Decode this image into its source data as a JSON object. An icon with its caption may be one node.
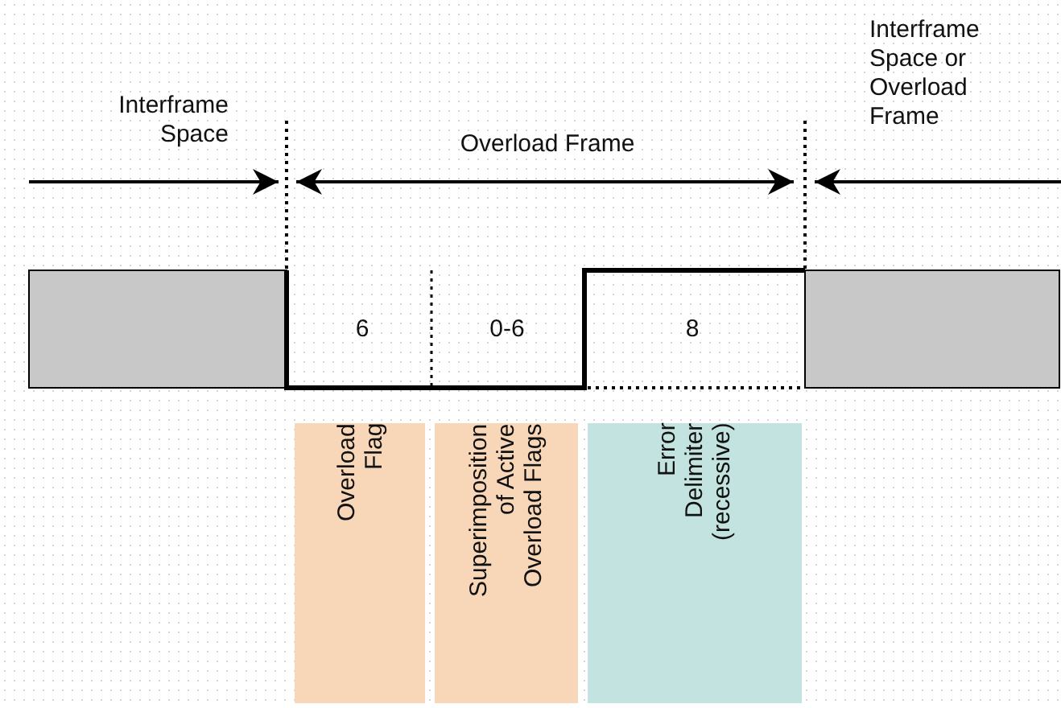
{
  "diagram": {
    "nodes": [
      {
        "text": [
          "Overload Flag"
        ]
      },
      {
        "text": [
          "Superimposition of Active Overload Flags"
        ]
      },
      {
        "text": [
          "Error Delimiter (recessive)"
        ]
      }
    ],
    "labels": [
      "Interframe Space or Overload Frame",
      "Interframe Space",
      "Overload Frame",
      "6",
      "0-6",
      "8"
    ]
  }
}
